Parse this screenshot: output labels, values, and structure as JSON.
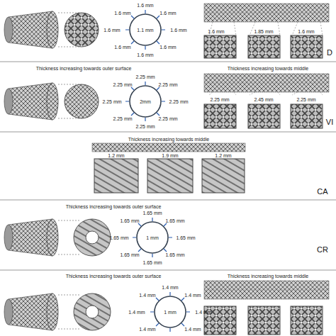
{
  "diagram": {
    "labels": [
      "1.6 mm",
      "1.6 mm",
      "1.6 mm",
      "1.6 mm",
      "1.1 mm",
      "1.6 mm",
      "1.6 mm",
      "1.6 mm",
      "1.6 mm",
      "1.6 mm",
      "1.85 mm",
      "1.6 mm",
      "D",
      "Thickness increasing towards outer surface",
      "Thickness increasing towards middle",
      "2.25 mm",
      "2.25 mm",
      "2.25 mm",
      "2.25 mm",
      "2mm",
      "2.25 mm",
      "2.25 mm",
      "2.25 mm",
      "2.25 mm",
      "2.25 mm",
      "2.45 mm",
      "2.25 mm",
      "VI",
      "Thickness increasing towards middle",
      "1.2 mm",
      "1.9 mm",
      "1.2 mm",
      "CA",
      "Thickness increasing towards outer surface",
      "1.65 mm",
      "1.65 mm",
      "1.65 mm",
      "1.65 mm",
      "1 mm",
      "1.65 mm",
      "1.65 mm",
      "1.65 mm",
      "1.65 mm",
      "CR",
      "Thickness increasing towards outer surface",
      "Thickness increasing towards middle",
      "1.4 mm",
      "1.4 mm",
      "1.4 mm",
      "1.4 mm",
      "1 mm",
      "1.4 mm",
      "1.4 mm",
      "1.4 mm"
    ]
  }
}
